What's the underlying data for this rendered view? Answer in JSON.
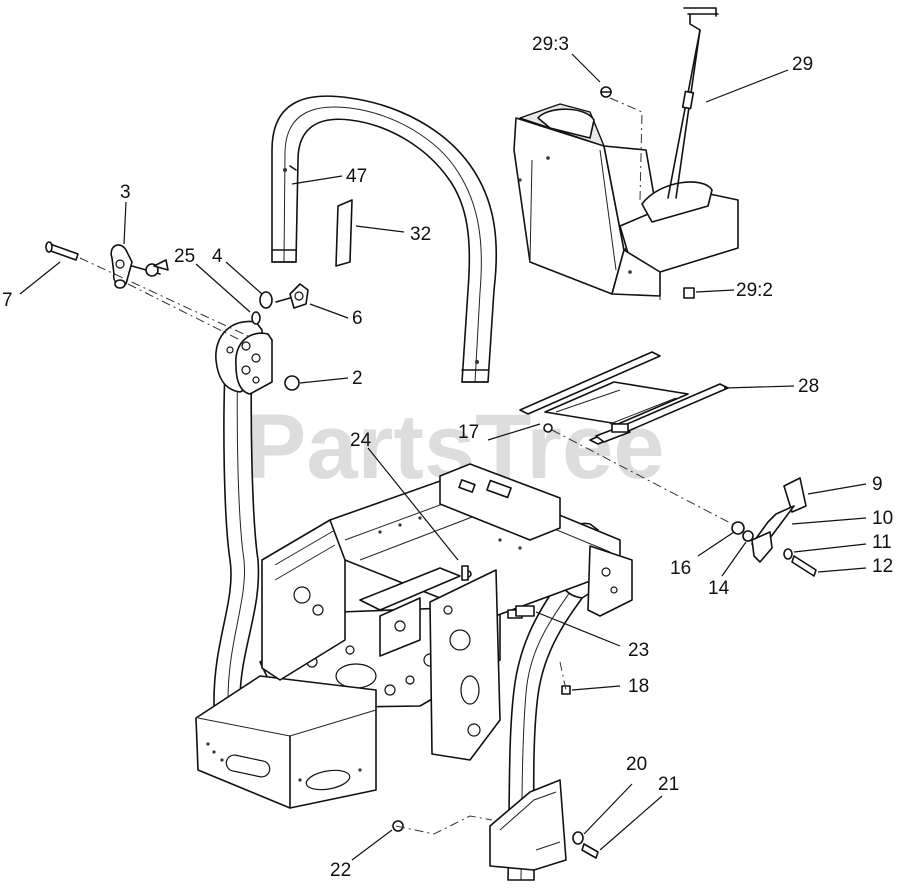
{
  "watermark": "PartsTree",
  "callouts": {
    "c29_3": "29:3",
    "c29": "29",
    "c3": "3",
    "c47": "47",
    "c25": "25",
    "c4": "4",
    "c32": "32",
    "c7": "7",
    "c6": "6",
    "c2": "2",
    "c29_2": "29:2",
    "c28": "28",
    "c24": "24",
    "c17": "17",
    "c9": "9",
    "c10": "10",
    "c11": "11",
    "c16": "16",
    "c14": "14",
    "c12": "12",
    "c23": "23",
    "c18": "18",
    "c20": "20",
    "c21": "21",
    "c22": "22"
  }
}
